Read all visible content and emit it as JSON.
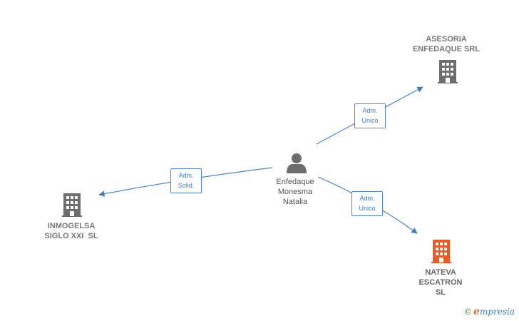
{
  "nodes": {
    "person": {
      "lines": [
        "Enfedaque",
        "Monesma",
        "Natalia"
      ],
      "icon": "person-icon"
    },
    "asesoria": {
      "lines": [
        "ASESORIA",
        "ENFEDAQUE SRL"
      ],
      "icon": "building-icon",
      "color": "#6d6d6d"
    },
    "inmogelsa": {
      "lines": [
        "INMOGELSA",
        "SIGLO XXI  SL"
      ],
      "icon": "building-icon",
      "color": "#6d6d6d"
    },
    "nateva": {
      "lines": [
        "NATEVA",
        "ESCATRON",
        "SL"
      ],
      "icon": "building-icon",
      "color": "#ee5a24"
    }
  },
  "relations": {
    "to_asesoria": [
      "Adm.",
      "Unico"
    ],
    "to_inmogelsa": [
      "Adm.",
      "Solid."
    ],
    "to_nateva": [
      "Adm.",
      "Unico"
    ]
  },
  "brand": {
    "copyright": "©",
    "e": "e",
    "rest": "mpresia"
  },
  "colors": {
    "edge": "#3d7cc9",
    "building_gray": "#6d6d6d",
    "building_highlight": "#ee5a24"
  }
}
